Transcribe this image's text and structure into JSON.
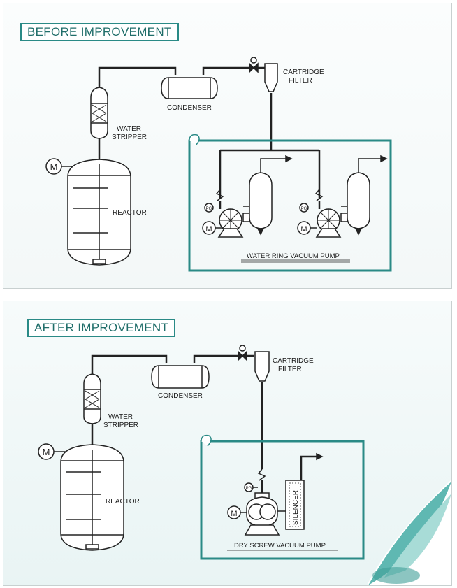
{
  "before": {
    "title": "BEFORE IMPROVEMENT",
    "labels": {
      "cartridge_filter_1": "CARTRIDGE",
      "cartridge_filter_2": "FILTER",
      "condenser": "CONDENSER",
      "water_stripper_1": "WATER",
      "water_stripper_2": "STRIPPER",
      "reactor": "REACTOR",
      "motor": "M",
      "pressure_gauge": "PG",
      "pump_system": "WATER RING VACUUM PUMP"
    }
  },
  "after": {
    "title": "AFTER IMPROVEMENT",
    "labels": {
      "cartridge_filter_1": "CARTRIDGE",
      "cartridge_filter_2": "FILTER",
      "condenser": "CONDENSER",
      "water_stripper_1": "WATER",
      "water_stripper_2": "STRIPPER",
      "reactor": "REACTOR",
      "motor": "M",
      "pressure_gauge": "PG",
      "silencer": "SILENCER",
      "pump_system": "DRY SCREW VACUUM PUMP"
    }
  },
  "colors": {
    "accent": "#2a8a86",
    "line": "#222222"
  }
}
